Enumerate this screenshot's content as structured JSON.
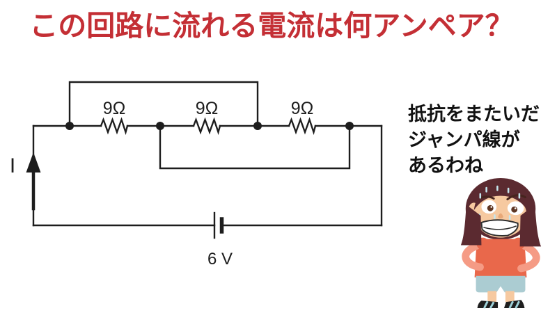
{
  "title": {
    "text": "この回路に流れる電流は何アンペア？",
    "color": "#c42f35"
  },
  "circuit": {
    "current_label": "I",
    "resistors": [
      {
        "label": "9Ω",
        "value_ohms": 9
      },
      {
        "label": "9Ω",
        "value_ohms": 9
      },
      {
        "label": "9Ω",
        "value_ohms": 9
      }
    ],
    "battery": {
      "label": "6 V",
      "value_volts": 6
    },
    "wire_color": "#1d1d1d"
  },
  "speech": {
    "line1": "抵抗をまたいだ",
    "line2": "ジャンパ線が",
    "line3": "あるわね"
  },
  "character_colors": {
    "hair": "#5b2a30",
    "skin": "#f6c9a0",
    "arm": "#f59b85",
    "shirt": "#e9684b",
    "shorts": "#abccd2",
    "shoe": "#1f1f1f",
    "shoe_stripe": "#9fd3da",
    "sweat": "#c5e6ee"
  }
}
